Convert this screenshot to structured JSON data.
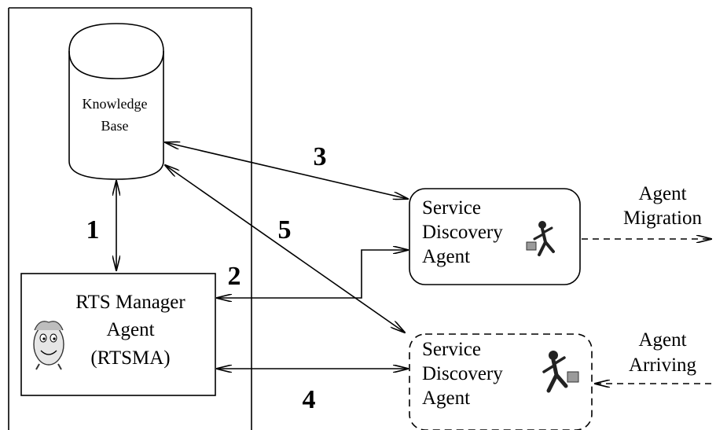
{
  "knowledge_base": {
    "line1": "Knowledge",
    "line2": "Base"
  },
  "rtsma": {
    "line1": "RTS Manager",
    "line2": "Agent",
    "line3": "(RTSMA)"
  },
  "sda_top": {
    "line1": "Service",
    "line2": "Discovery",
    "line3": "Agent"
  },
  "sda_bottom": {
    "line1": "Service",
    "line2": "Discovery",
    "line3": "Agent"
  },
  "migration": {
    "line1": "Agent",
    "line2": "Migration"
  },
  "arriving": {
    "line1": "Agent",
    "line2": "Arriving"
  },
  "steps": {
    "s1": "1",
    "s2": "2",
    "s3": "3",
    "s4": "4",
    "s5": "5"
  },
  "icons": [
    "egg-mascot-icon",
    "running-agent-icon",
    "running-agent-icon"
  ]
}
